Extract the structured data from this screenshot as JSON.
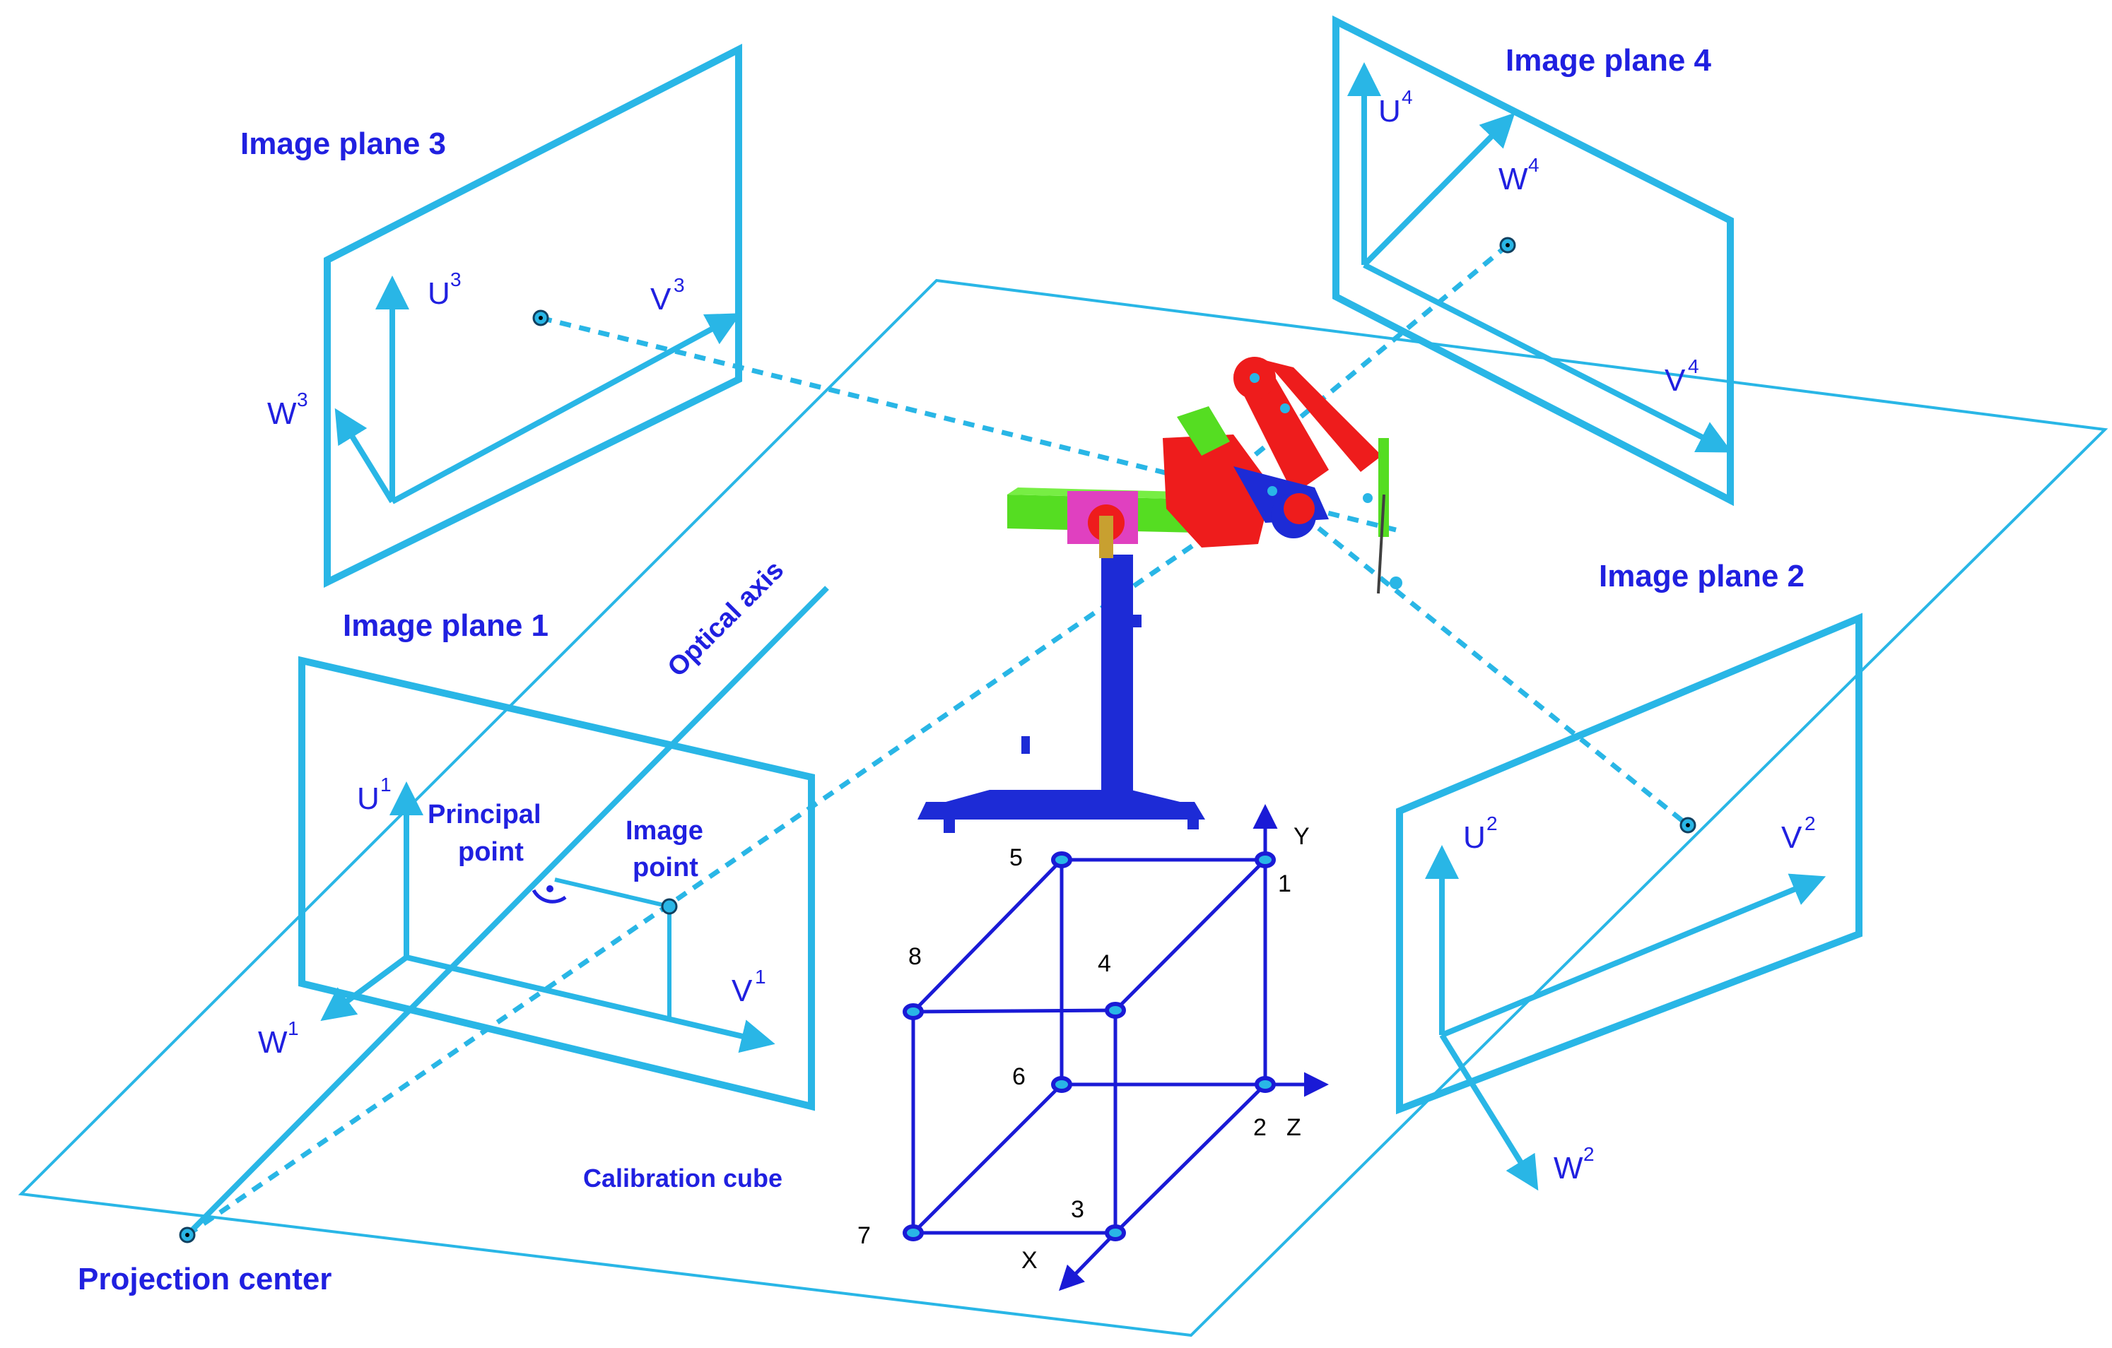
{
  "colors": {
    "plane_cyan": "#29b6e6",
    "label_blue": "#2020e0",
    "cube_blue": "#1a1ad6",
    "robot_red": "#ee1c1c",
    "robot_green": "#55dd22",
    "robot_blue": "#1d2bd6",
    "robot_magenta": "#e040c0"
  },
  "labels": {
    "image_plane_1": "Image plane 1",
    "image_plane_2": "Image plane 2",
    "image_plane_3": "Image plane 3",
    "image_plane_4": "Image plane 4",
    "optical_axis": "Optical axis",
    "principal_point_1": "Principal",
    "principal_point_2": "point",
    "image_point_1": "Image",
    "image_point_2": "point",
    "projection_center": "Projection center",
    "calibration_cube": "Calibration cube"
  },
  "axes": {
    "u": "U",
    "v": "V",
    "w": "W",
    "sup1": "1",
    "sup2": "2",
    "sup3": "3",
    "sup4": "4"
  },
  "cube": {
    "x": "X",
    "y": "Y",
    "z": "Z",
    "corners": [
      "1",
      "2",
      "3",
      "4",
      "5",
      "6",
      "7",
      "8"
    ]
  },
  "icons": {
    "robot": "industrial-robot-arm",
    "point": "dot-marker",
    "right_angle": "right-angle-marker"
  }
}
